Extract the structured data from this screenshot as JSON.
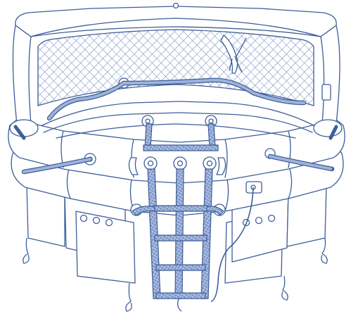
{
  "illustration": {
    "subject": "inflatable-life-raft",
    "colors": {
      "line": "#3d5e9a",
      "fill": "#ffffff",
      "rope": "#5b79b3",
      "rope_fill": "#9fb3d9",
      "net": "#6f88bc"
    },
    "parts": [
      "canopy-frame",
      "canopy-net",
      "curtain",
      "upper-tube",
      "lower-tube",
      "grab-lifeline",
      "boarding-ladder",
      "ballast-pockets",
      "painter-line",
      "valve-ports"
    ]
  }
}
